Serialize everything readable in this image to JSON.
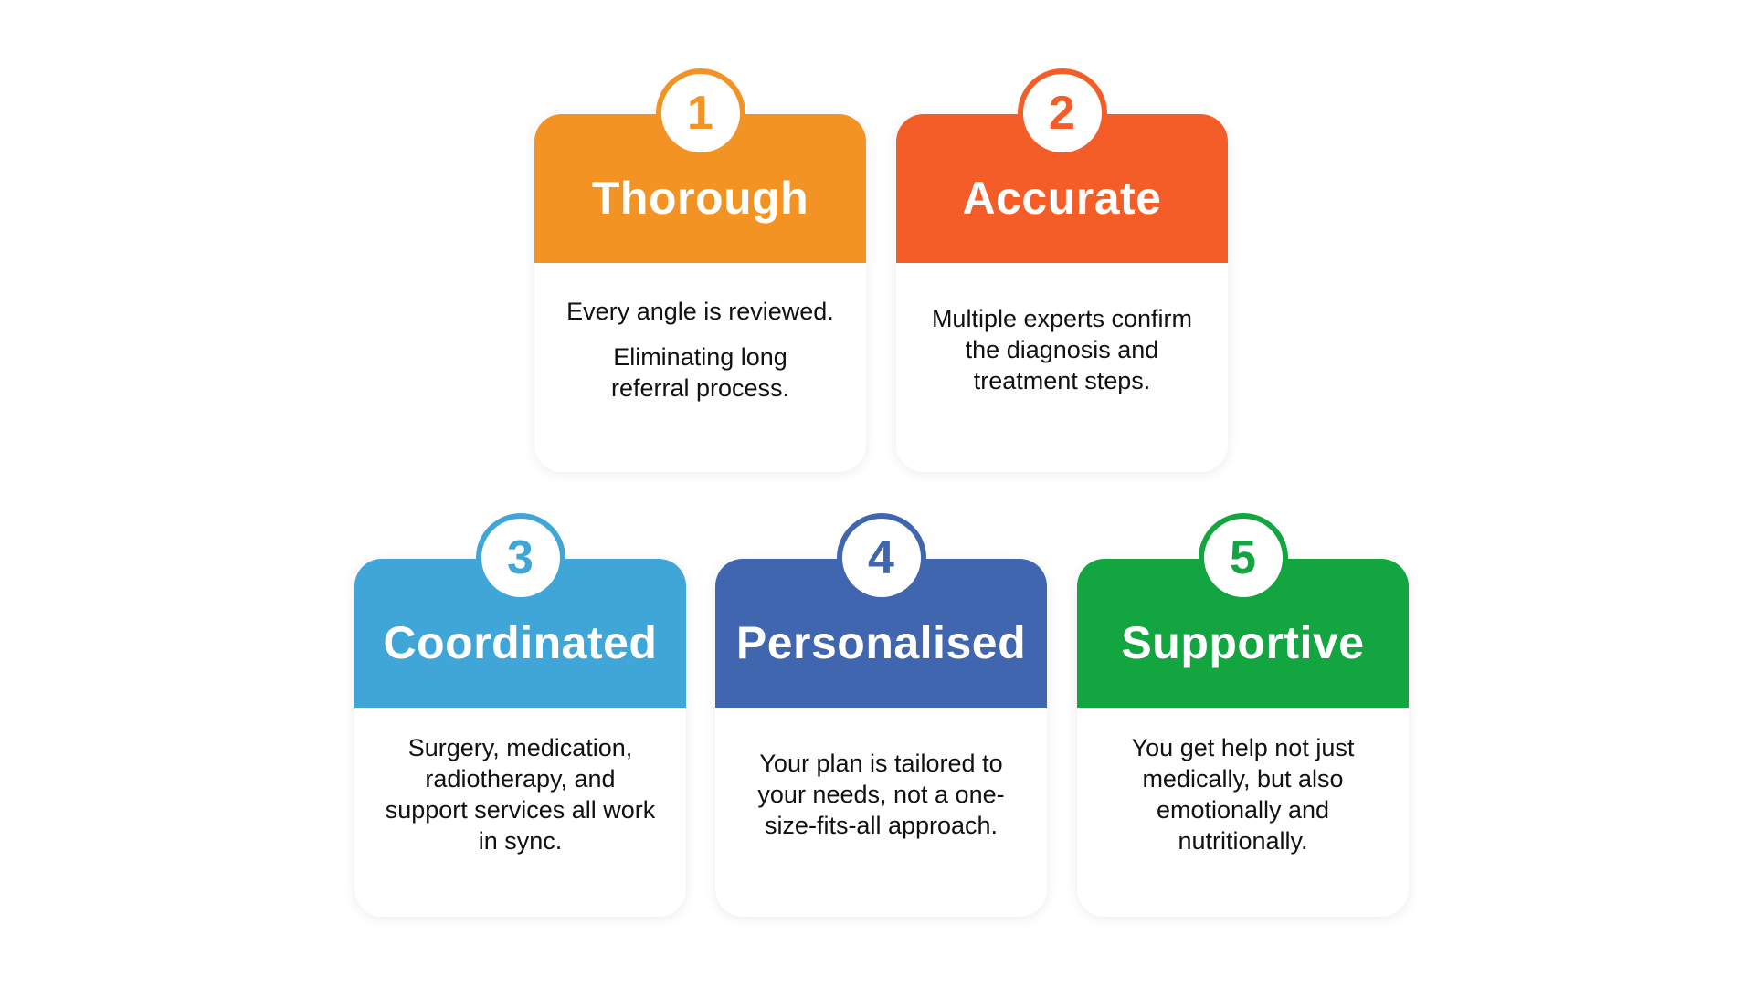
{
  "cards": [
    {
      "number": "1",
      "title": "Thorough",
      "color": "#F39323",
      "lines": [
        "Every angle is reviewed.",
        "Eliminating long referral process."
      ]
    },
    {
      "number": "2",
      "title": "Accurate",
      "color": "#F45D27",
      "lines": [
        "Multiple experts confirm the diagnosis and treatment steps."
      ]
    },
    {
      "number": "3",
      "title": "Coordinated",
      "color": "#40A6D8",
      "lines": [
        "Surgery, medication, radiotherapy, and support services all work in sync."
      ]
    },
    {
      "number": "4",
      "title": "Personalised",
      "color": "#3F66AE",
      "lines": [
        "Your plan is tailored to your needs, not a one-size-fits-all approach."
      ]
    },
    {
      "number": "5",
      "title": "Supportive",
      "color": "#12A540",
      "lines": [
        "You get help not just medically, but also emotionally and nutritionally."
      ]
    }
  ]
}
